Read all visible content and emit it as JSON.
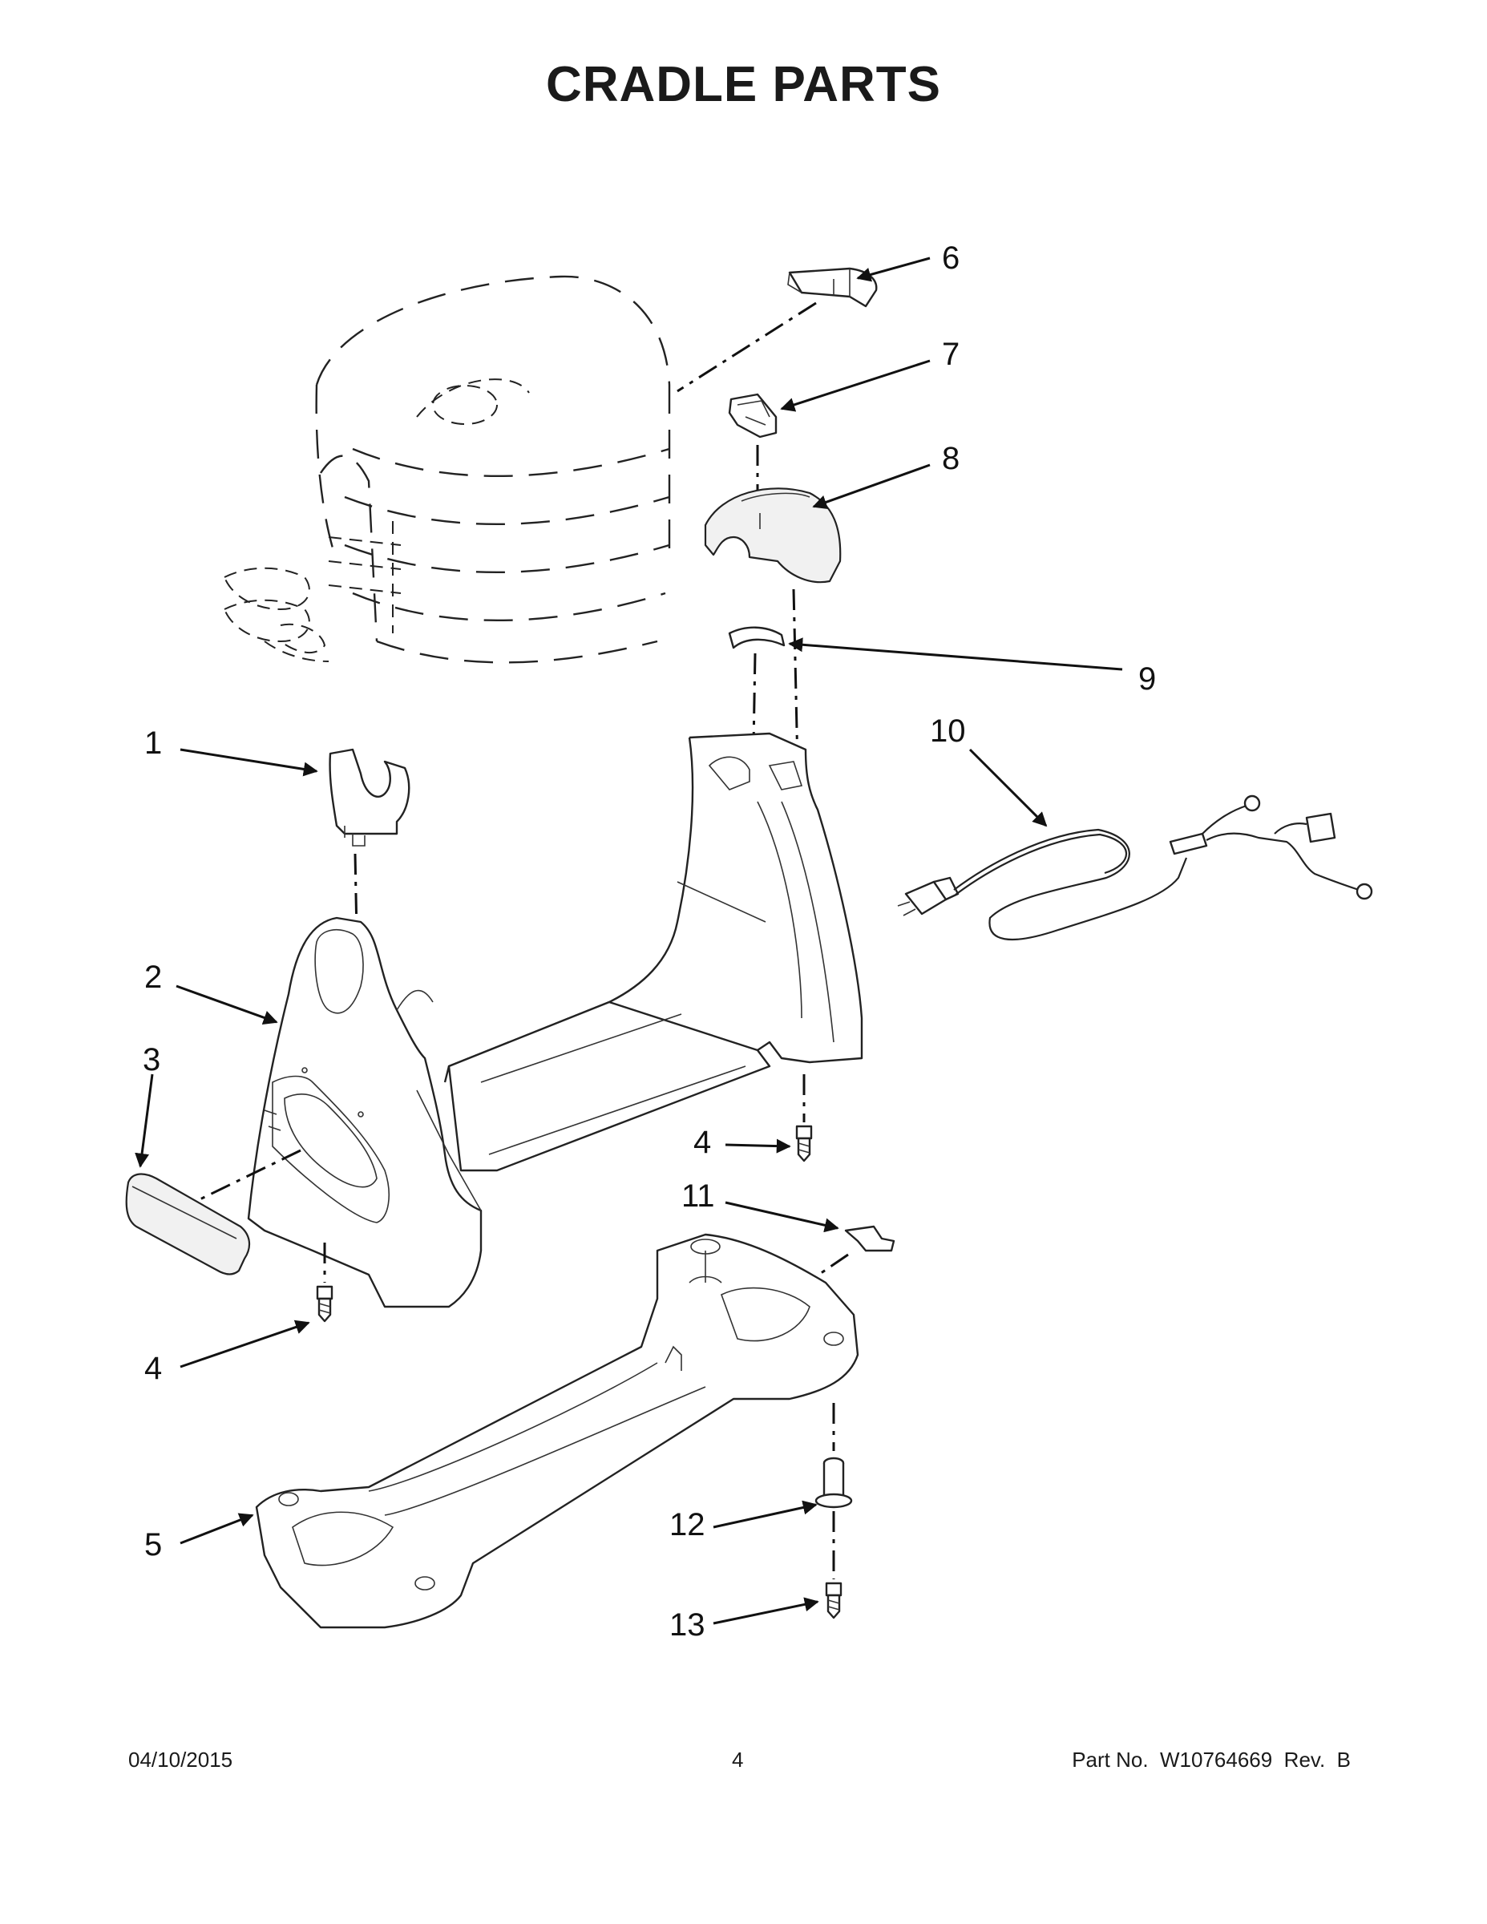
{
  "title": "CRADLE PARTS",
  "callouts": [
    "1",
    "2",
    "3",
    "4",
    "4",
    "5",
    "6",
    "7",
    "8",
    "9",
    "10",
    "11",
    "12",
    "13"
  ],
  "footer": {
    "date": "04/10/2015",
    "page": "4",
    "part_no": "Part No.  W10764669  Rev.  B"
  }
}
